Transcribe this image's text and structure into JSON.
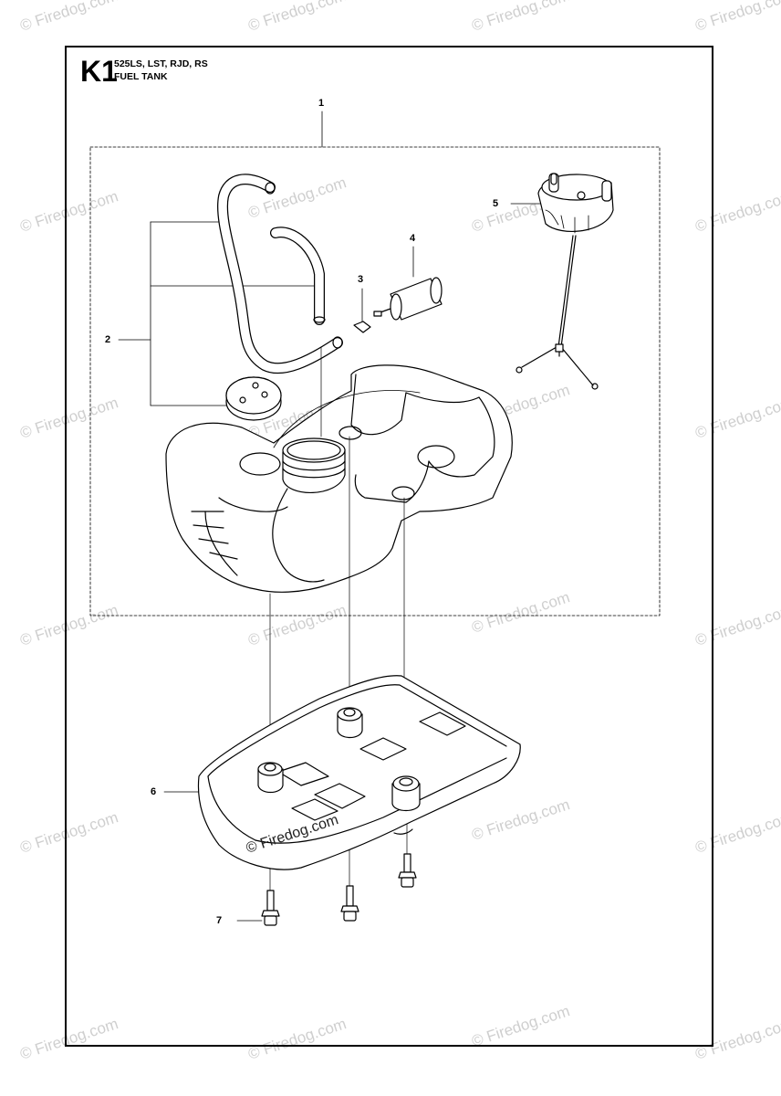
{
  "header": {
    "page_code": "K1",
    "model": "525LS, LST, RJD, RS",
    "section": "FUEL TANK"
  },
  "callouts": [
    "1",
    "2",
    "3",
    "4",
    "5",
    "6",
    "7"
  ],
  "watermark": {
    "text": "© Firedog.com",
    "overlay_text": "© Firedog.com"
  }
}
